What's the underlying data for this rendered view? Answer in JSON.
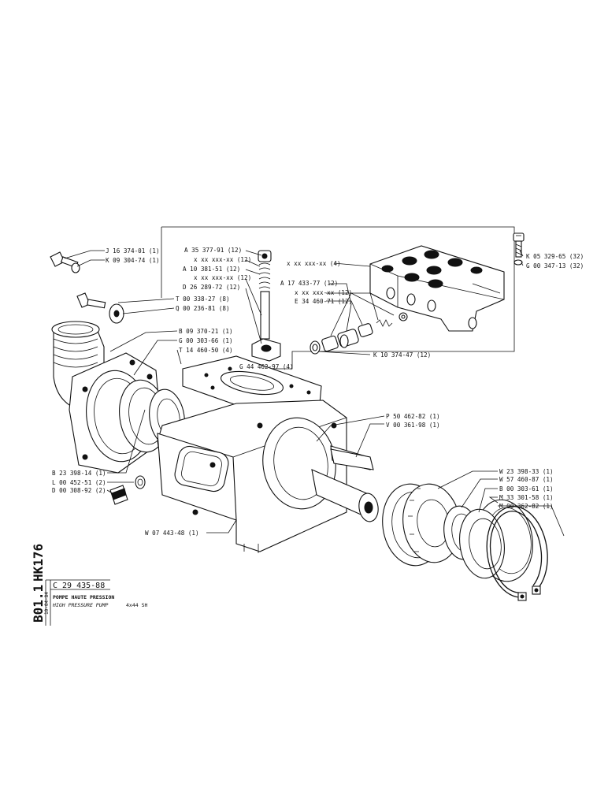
{
  "colors": {
    "ink": "#111111",
    "paper": "#ffffff"
  },
  "title_block": {
    "sheet_code": "HK176",
    "sheet_ref": "B01.1",
    "date": "10-04-84",
    "drawing_no": "C 29 435-88",
    "title_fr": "POMPE HAUTE PRESSION",
    "title_en": "HIGH PRESSURE PUMP",
    "model": "4x44 SH"
  },
  "callouts": [
    "J 16 374-01 (1)",
    "K 09 304-74 (1)",
    "A 35 377-91 (12)",
    "x xx xxx-xx (12)",
    "A 10 381-51 (12)",
    "x xx xxx-xx (12)",
    "D 26 289-72 (12)",
    "x xx xxx-xx (4)",
    "A 17 433-77 (12)",
    "x xx xxx-xx (12)",
    "E 34 460-71 (12)",
    "K 05 329-65 (32)",
    "G 00 347-13 (32)",
    "T 00 338-27 (8)",
    "Q 00 236-81 (8)",
    "B 09 370-21 (1)",
    "G 00 303-66 (1)",
    "T 14 460-50 (4)",
    "K 10 374-47 (12)",
    "G 44 462-97 (4)",
    "P 50 462-82 (1)",
    "V 00 361-98 (1)",
    "B 23 398-14 (1)",
    "L 00 452-51 (2)",
    "D 00 308-92 (2)",
    "W 23 398-33 (1)",
    "W 57 460-87 (1)",
    "B 00 303-61 (1)",
    "M 33 301-58 (1)",
    "M 00 362-82 (1)",
    "W 07 443-48 (1)"
  ]
}
